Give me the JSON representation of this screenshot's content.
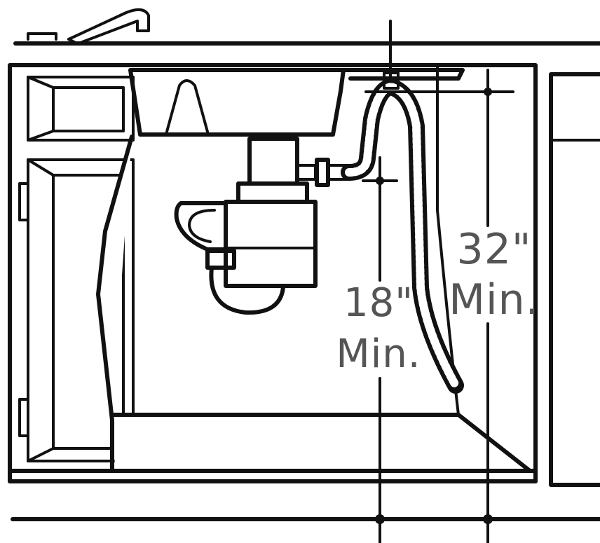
{
  "dimensions": {
    "min_18": {
      "value": "18\"",
      "unit_label": "Min."
    },
    "min_32": {
      "value": "32\"",
      "unit_label": "Min."
    }
  },
  "colors": {
    "ink": "#111111",
    "label": "#555555",
    "background": "#ffffff"
  }
}
